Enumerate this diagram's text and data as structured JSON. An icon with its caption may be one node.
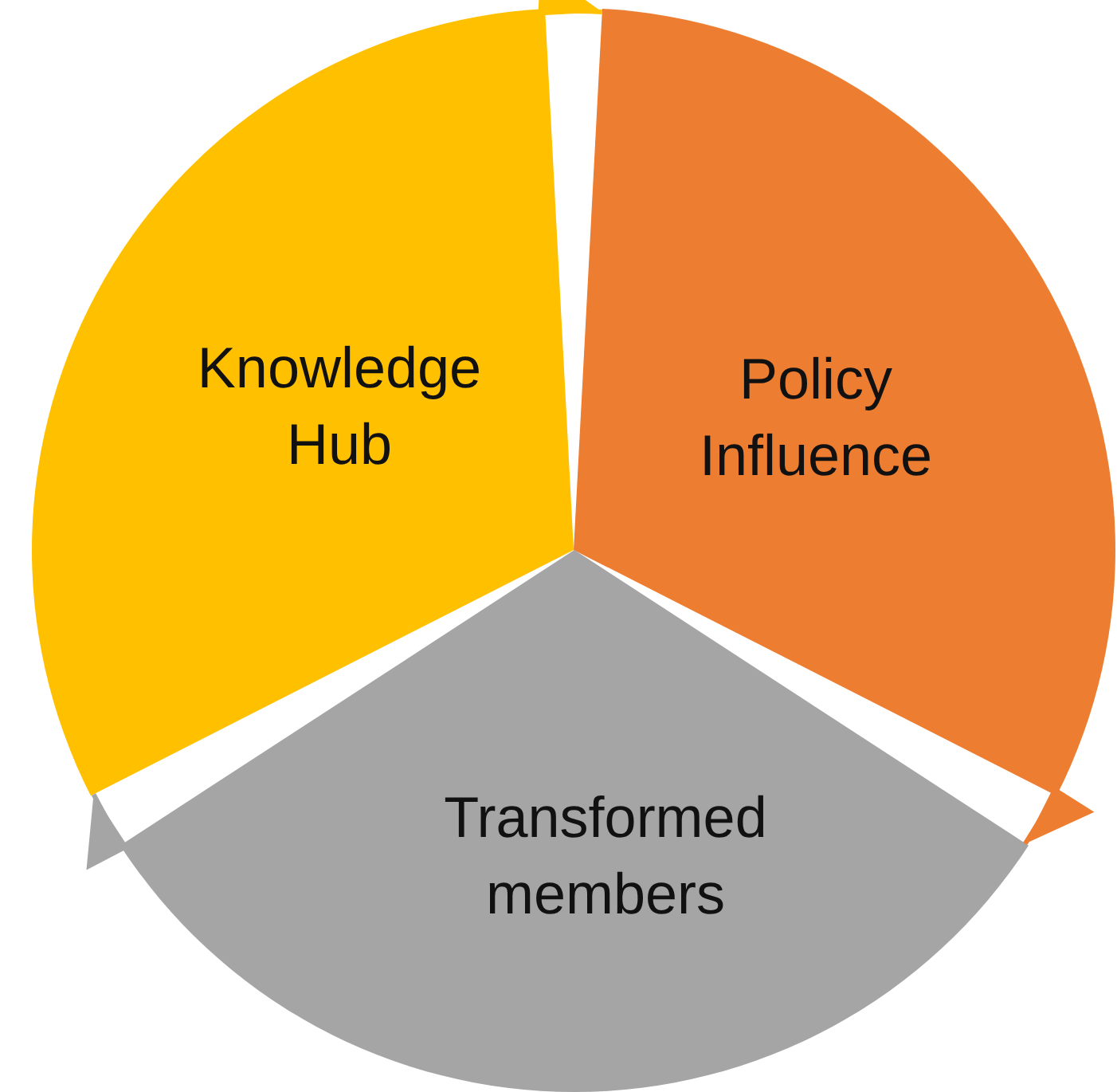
{
  "diagram": {
    "nodes": [
      {
        "text": [
          "Knowledge Hub"
        ]
      },
      {
        "text": [
          "Policy Influence"
        ]
      },
      {
        "text": [
          "Transformed members"
        ]
      }
    ],
    "edges": [
      {
        "from": 0,
        "to": 1,
        "arrow": "to",
        "color": "#ffc000"
      },
      {
        "from": 1,
        "to": 2,
        "arrow": "to",
        "color": "#ed7d31"
      },
      {
        "from": 2,
        "to": 0,
        "arrow": "to",
        "color": "#a5a5a5"
      }
    ]
  }
}
